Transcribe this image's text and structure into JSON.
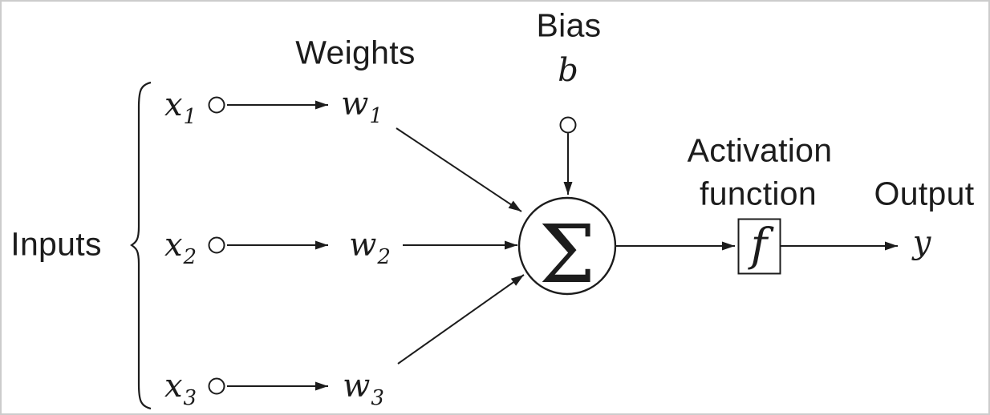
{
  "labels": {
    "inputs": "Inputs",
    "weights": "Weights",
    "bias": "Bias",
    "activation_line1": "Activation",
    "activation_line2": "function",
    "output": "Output"
  },
  "symbols": {
    "inputs": [
      {
        "base": "x",
        "sub": "1"
      },
      {
        "base": "x",
        "sub": "2"
      },
      {
        "base": "x",
        "sub": "3"
      }
    ],
    "weights": [
      {
        "base": "w",
        "sub": "1"
      },
      {
        "base": "w",
        "sub": "2"
      },
      {
        "base": "w",
        "sub": "3"
      }
    ],
    "bias": "b",
    "sum": "Σ",
    "activation": "f",
    "output": "y"
  },
  "colors": {
    "ink": "#1c1c1c",
    "paper": "#ffffff",
    "frame": "#cccccc"
  }
}
